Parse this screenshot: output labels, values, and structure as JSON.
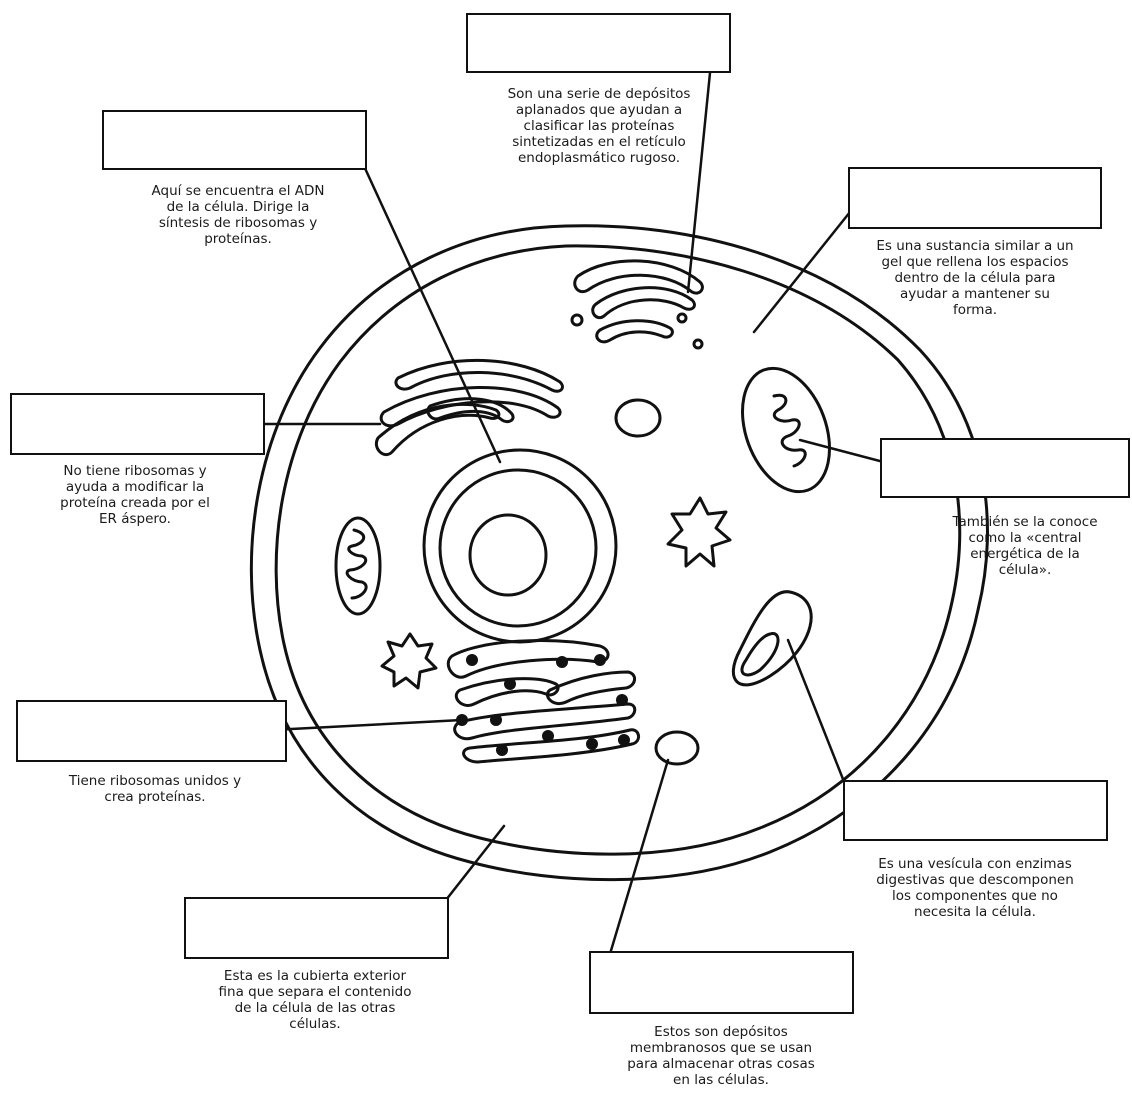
{
  "labels": [
    {
      "id": "golgi",
      "answer": "",
      "description": [
        "Son una serie de depósitos",
        "aplanados que ayudan a",
        "clasificar las proteínas",
        "sintetizadas en el retículo",
        "endoplasmático rugoso."
      ]
    },
    {
      "id": "nucleus",
      "answer": "",
      "description": [
        "Aquí se encuentra el ADN",
        "de la célula. Dirige la",
        "síntesis de ribosomas y",
        "proteínas."
      ]
    },
    {
      "id": "cytoplasm",
      "answer": "",
      "description": [
        "Es una sustancia similar a un",
        "gel que rellena los espacios",
        "dentro de la célula para",
        "ayudar a mantener su",
        "forma."
      ]
    },
    {
      "id": "smooth-er",
      "answer": "",
      "description": [
        "No tiene ribosomas y",
        "ayuda a modificar la",
        "proteína creada por el",
        "ER áspero."
      ]
    },
    {
      "id": "mitochondria",
      "answer": "",
      "description": [
        "También se la conoce",
        "como la «central",
        "energética de la",
        "célula»."
      ]
    },
    {
      "id": "rough-er",
      "answer": "",
      "description": [
        "Tiene ribosomas unidos y",
        "crea proteínas."
      ]
    },
    {
      "id": "lysosome",
      "answer": "",
      "description": [
        "Es una vesícula con enzimas",
        "digestivas que descomponen",
        "los componentes que no",
        "necesita la célula."
      ]
    },
    {
      "id": "cell-membrane",
      "answer": "",
      "description": [
        "Esta es la cubierta exterior",
        "fina que separa el contenido",
        "de la célula de las otras",
        "células."
      ]
    },
    {
      "id": "vacuole",
      "answer": "",
      "description": [
        "Estos son depósitos",
        "membranosos que se usan",
        "para almacenar otras cosas",
        "en las células."
      ]
    }
  ]
}
